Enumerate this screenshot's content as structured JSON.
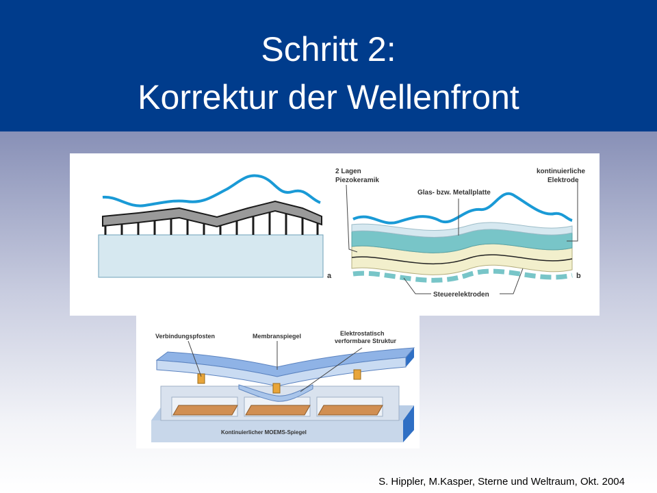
{
  "slide": {
    "title_line1": "Schritt 2:",
    "title_line2": "Korrektur der Wellenfront",
    "citation": "S. Hippler, M.Kasper, Sterne und Weltraum, Okt. 2004"
  },
  "figure_a": {
    "panel_label": "a"
  },
  "figure_b": {
    "panel_label": "b",
    "label_piezo_1": "2 Lagen",
    "label_piezo_2": "Piezokeramik",
    "label_plate": "Glas- bzw. Metallplatte",
    "label_electrode_1": "kontinuierliche",
    "label_electrode_2": "Elektrode",
    "label_control": "Steuerelektroden"
  },
  "figure_c": {
    "label_posts": "Verbindungspfosten",
    "label_membrane": "Membranspiegel",
    "label_structure_1": "Elektrostatisch",
    "label_structure_2": "verformbare Struktur",
    "label_base": "Kontinuierlicher MOEMS-Spiegel"
  },
  "colors": {
    "header": "#003c8c",
    "wave": "#1a9ad6",
    "mirror_fill": "#d6e8f0",
    "piezo_cream": "#f2efcc",
    "teal": "#78c5c8",
    "copper": "#d18f52",
    "post_orange": "#e8a53a"
  }
}
